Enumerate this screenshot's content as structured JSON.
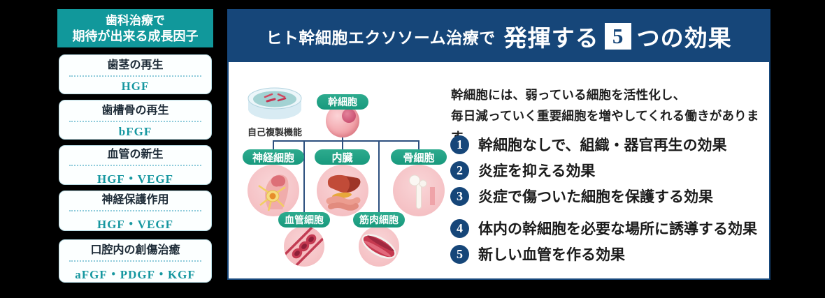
{
  "colors": {
    "background": "#000000",
    "sidebar_teal": "#11989b",
    "value_teal": "#1697a0",
    "card_border": "#b9dce4",
    "navy": "#164679",
    "connector_navy": "#2d507f",
    "pill_green": "#1fa287",
    "cell_pink": "#f5bfc3"
  },
  "sidebar": {
    "header": {
      "line1": "歯科治療で",
      "line2": "期待が出来る成長因子"
    },
    "items": [
      {
        "title": "歯茎の再生",
        "value": "HGF"
      },
      {
        "title": "歯槽骨の再生",
        "value": "bFGF"
      },
      {
        "title": "血管の新生",
        "value": "HGF・VEGF"
      },
      {
        "title": "神経保護作用",
        "value": "HGF・VEGF"
      },
      {
        "title": "口腔内の創傷治癒",
        "value": "aFGF・PDGF・KGF"
      }
    ]
  },
  "main": {
    "header": {
      "prefix": "ヒト幹細胞エクソソーム治療で",
      "emphasis": "発揮する",
      "count": "5",
      "suffix": "つの効果"
    },
    "diagram": {
      "root_label": "幹細胞",
      "self_replication_label": "自己複製機能",
      "nodes": [
        "神経細胞",
        "内臓",
        "骨細胞",
        "血管細胞",
        "筋肉細胞"
      ]
    },
    "intro": {
      "line1": "幹細胞には、弱っている細胞を活性化し、",
      "line2": "毎日減っていく重要細胞を増やしてくれる働きがあります"
    },
    "effects": [
      {
        "number": "1",
        "text": "幹細胞なしで、組織・器官再生の効果"
      },
      {
        "number": "2",
        "text": "炎症を抑える効果"
      },
      {
        "number": "3",
        "text": "炎症で傷ついた細胞を保護する効果"
      },
      {
        "number": "4",
        "text": "体内の幹細胞を必要な場所に誘導する効果"
      },
      {
        "number": "5",
        "text": "新しい血管を作る効果"
      }
    ]
  }
}
